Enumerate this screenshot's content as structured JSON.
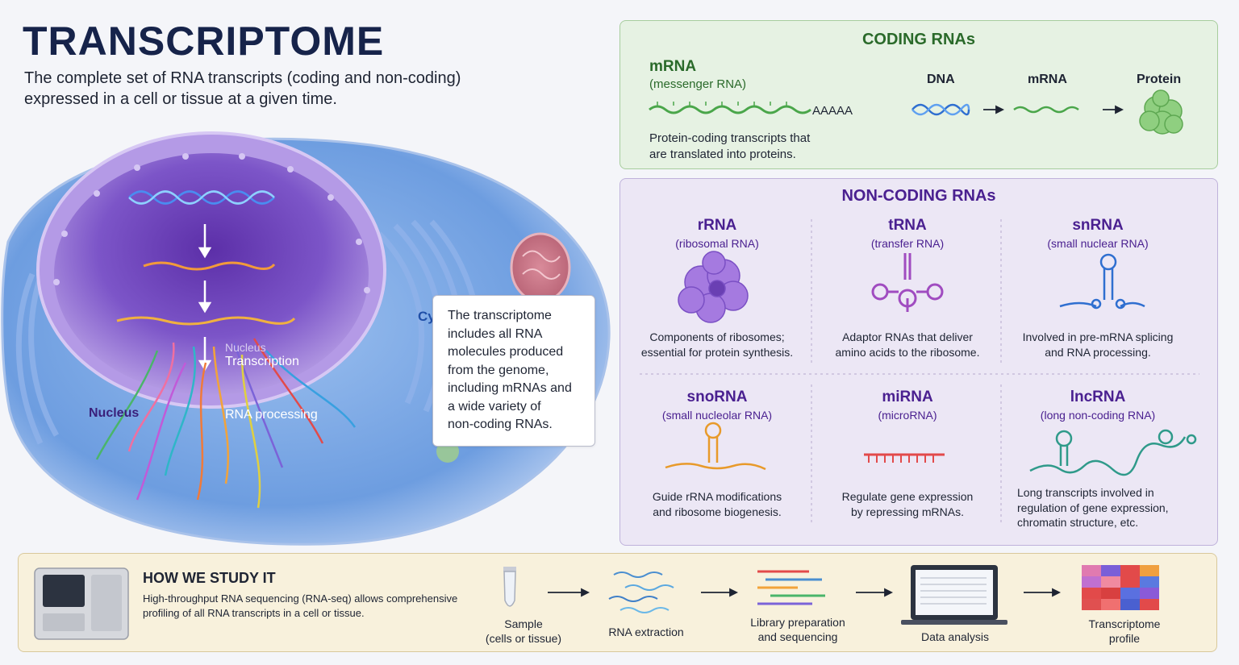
{
  "header": {
    "title": "TRANSCRIPTOME",
    "subtitle_line1": "The complete set of RNA transcripts (coding and non-coding)",
    "subtitle_line2": "expressed in a cell or tissue at a given time."
  },
  "cell": {
    "cytoplasm_label": "Cytoplasm",
    "nucleus_label": "Nucleus",
    "nucleus_small_label": "Nucleus",
    "transcription_label": "Transcription",
    "processing_label": "RNA processing",
    "callout_lines": [
      "The transcriptome",
      "includes all RNA",
      "molecules produced",
      "from the genome,",
      "including mRNAs and",
      "a wide variety of",
      "non-coding RNAs."
    ]
  },
  "coding": {
    "title": "CODING RNAs",
    "mrna_name": "mRNA",
    "mrna_full": "(messenger RNA)",
    "polya": "AAAAA",
    "mrna_desc_line1": "Protein-coding transcripts that",
    "mrna_desc_line2": "are translated into proteins.",
    "flow": [
      "DNA",
      "mRNA",
      "Protein"
    ]
  },
  "noncoding": {
    "title": "NON-CODING RNAs",
    "items": [
      {
        "name": "rRNA",
        "full": "(ribosomal RNA)",
        "desc1": "Components of ribosomes;",
        "desc2": "essential for protein synthesis.",
        "desc3": ""
      },
      {
        "name": "tRNA",
        "full": "(transfer RNA)",
        "desc1": "Adaptor RNAs that deliver",
        "desc2": "amino acids to the ribosome.",
        "desc3": ""
      },
      {
        "name": "snRNA",
        "full": "(small nuclear RNA)",
        "desc1": "Involved in pre-mRNA splicing",
        "desc2": "and RNA processing.",
        "desc3": ""
      },
      {
        "name": "snoRNA",
        "full": "(small nucleolar RNA)",
        "desc1": "Guide rRNA modifications",
        "desc2": "and ribosome biogenesis.",
        "desc3": ""
      },
      {
        "name": "miRNA",
        "full": "(microRNA)",
        "desc1": "Regulate gene expression",
        "desc2": "by repressing mRNAs.",
        "desc3": ""
      },
      {
        "name": "lncRNA",
        "full": "(long non-coding RNA)",
        "desc1": "Long transcripts involved in",
        "desc2": "regulation of gene expression,",
        "desc3": "chromatin structure, etc."
      }
    ]
  },
  "study": {
    "title": "HOW WE STUDY IT",
    "desc_line1": "High-throughput RNA sequencing (RNA-seq) allows comprehensive",
    "desc_line2": "profiling of all RNA transcripts in a cell or tissue.",
    "steps": [
      {
        "line1": "Sample",
        "line2": "(cells or tissue)"
      },
      {
        "line1": "RNA extraction",
        "line2": ""
      },
      {
        "line1": "Library preparation",
        "line2": "and sequencing"
      },
      {
        "line1": "Data analysis",
        "line2": ""
      },
      {
        "line1": "Transcriptome",
        "line2": "profile"
      }
    ]
  },
  "colors": {
    "title": "#16234a",
    "coding_accent": "#2a6a2a",
    "noncoding_accent": "#4a2090",
    "cytoplasm": "#6f9fe0",
    "nucleus": "#7a4fc4"
  }
}
